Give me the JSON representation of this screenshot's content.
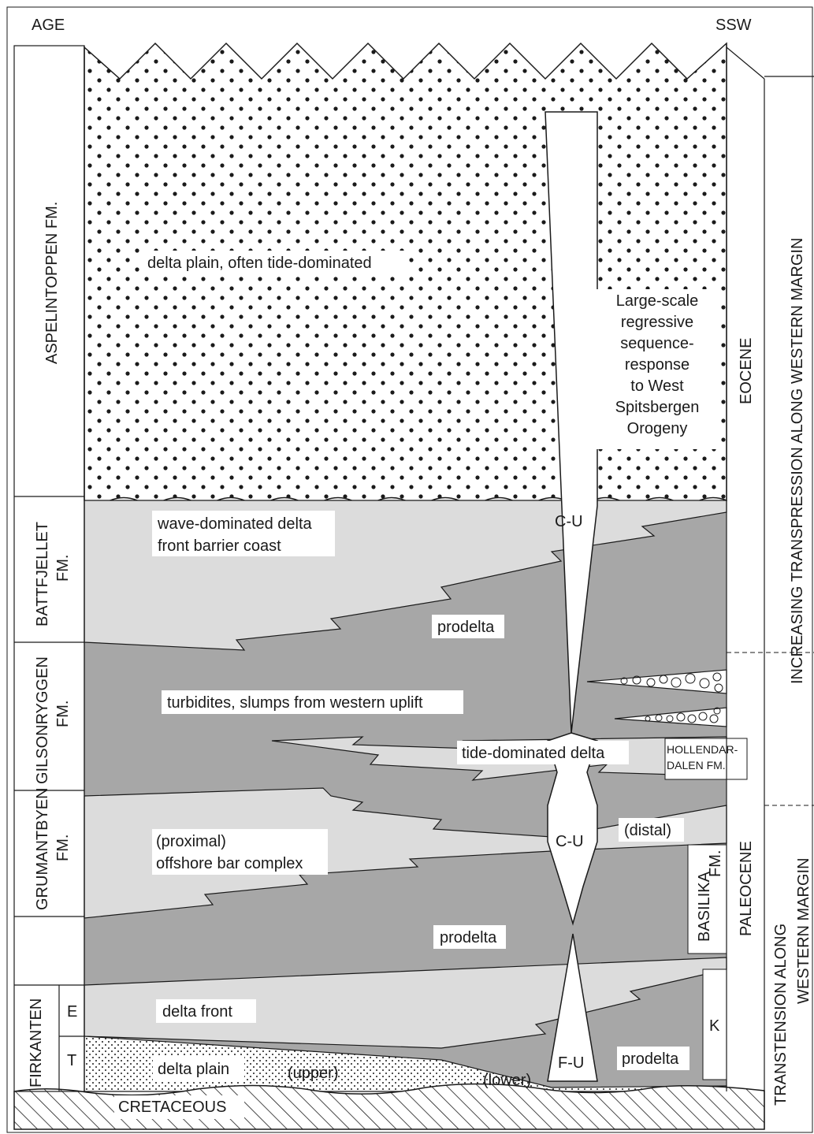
{
  "header": {
    "age": "AGE",
    "direction": "SSW"
  },
  "formations": {
    "aspelintoppen": "ASPELINTOPPEN FM.",
    "battfjellet": [
      "BATTFJELLET",
      "FM."
    ],
    "gilsonryggen": [
      "GILSONRYGGEN",
      "FM."
    ],
    "grumantbyen": [
      "GRUMANTBYEN",
      "FM."
    ],
    "firkanten": "FIRKANTEN",
    "firkanten_upper": "E",
    "firkanten_lower": "T",
    "hollendardalen": [
      "HOLLENDAR-",
      "DALEN FM."
    ],
    "basilika": "BASILIKA",
    "basilika_fm": "FM.",
    "k_member": "K",
    "cretaceous": "CRETACEOUS"
  },
  "facies": {
    "delta_plain_top": "delta plain, often tide-dominated",
    "wave_dominated": [
      "wave-dominated delta",
      "front barrier coast"
    ],
    "prodelta_upper": "prodelta",
    "turbidites": "turbidites, slumps from western uplift",
    "tide_dominated": "tide-dominated delta",
    "offshore_bar": [
      "(proximal)",
      "offshore bar complex"
    ],
    "distal": "(distal)",
    "prodelta_middle": "prodelta",
    "delta_front": "delta front",
    "delta_plain_bottom": "delta plain",
    "upper": "(upper)",
    "lower": "(lower)",
    "prodelta_lower": "prodelta"
  },
  "trends": {
    "cu_top": "C-U",
    "cu_middle": "C-U",
    "fu": "F-U"
  },
  "response_note": [
    "Large-scale",
    "regressive",
    "sequence-",
    "response",
    "to West",
    "Spitsbergen",
    "Orogeny"
  ],
  "ages": {
    "eocene": "EOCENE",
    "paleocene": "PALEOCENE"
  },
  "tectonics": {
    "transpression": "INCREASING TRANSPRESSION ALONG WESTERN MARGIN",
    "transtension": [
      "TRANSTENSION ALONG",
      "WESTERN MARGIN"
    ]
  },
  "colors": {
    "light_gray": "#dcdcdc",
    "dark_gray": "#a7a7a7",
    "ink": "#1a1a1a"
  }
}
